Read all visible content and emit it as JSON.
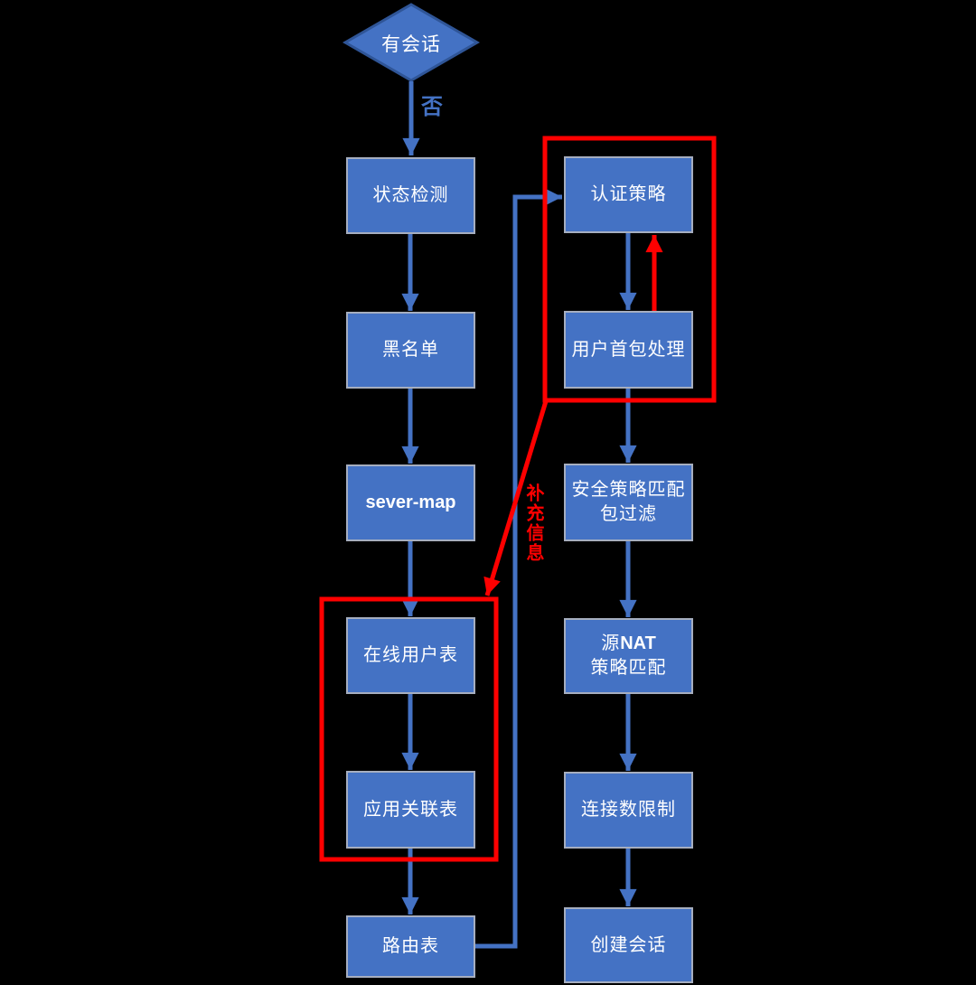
{
  "colors": {
    "background": "#000000",
    "node_fill": "#4472c4",
    "node_border": "#a6aebf",
    "diamond_border": "#2f5597",
    "connector_blue": "#4472c4",
    "highlight_red": "#ff0000",
    "label_text": "#ffffff"
  },
  "diagram": {
    "decision": {
      "label": "有会话"
    },
    "edge_labels": {
      "no": "否",
      "supplement_info": "补充信息"
    },
    "left_column": [
      {
        "id": "status-detection",
        "label": "状态检测"
      },
      {
        "id": "blacklist",
        "label": "黑名单"
      },
      {
        "id": "sever-map",
        "label": "sever-map"
      },
      {
        "id": "online-user-table",
        "label": "在线用户表"
      },
      {
        "id": "app-association-table",
        "label": "应用关联表"
      },
      {
        "id": "routing-table",
        "label": "路由表"
      }
    ],
    "right_column": [
      {
        "id": "auth-policy",
        "label": "认证策略"
      },
      {
        "id": "user-first-packet",
        "label": "用户首包处理"
      },
      {
        "id": "security-policy-match",
        "label": "安全策略匹配",
        "label2": "包过滤"
      },
      {
        "id": "source-nat",
        "label_prefix": "源",
        "label_bold": "NAT",
        "label2": "策略匹配"
      },
      {
        "id": "connection-limit",
        "label": "连接数限制"
      },
      {
        "id": "create-session",
        "label": "创建会话"
      }
    ]
  }
}
